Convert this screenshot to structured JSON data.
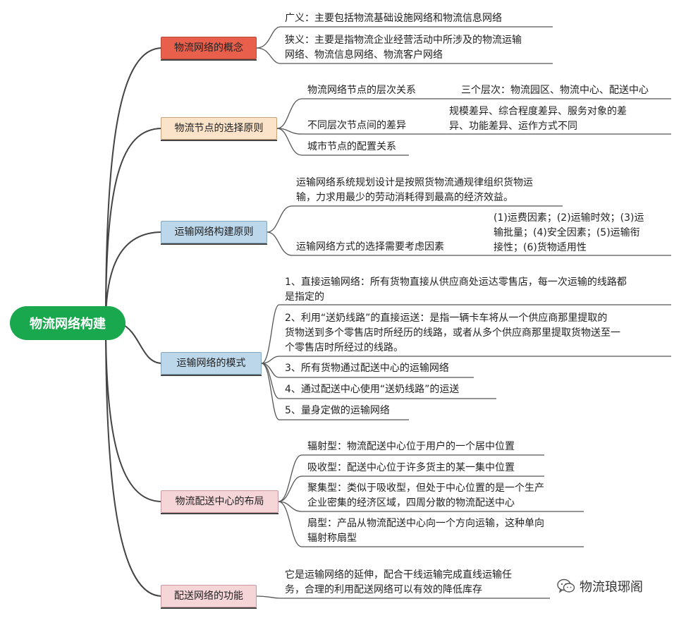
{
  "colors": {
    "root": "#1aa84f",
    "branch_line": "#444444",
    "leaf_line": "#555555",
    "red_box": "#e8604c",
    "peach_box": "#fbe3c9",
    "blue_box": "#bdd7ea",
    "pink_box": "#f6d5d8"
  },
  "root": {
    "label": "物流网络构建"
  },
  "branches": [
    {
      "label": "物流网络的概念",
      "items": [
        "广义：主要包括物流基础设施网络和物流信息网络",
        "狭义：主要是指物流企业经营活动中所涉及的物流运输\n网络、物流信息网络、物流客户网络"
      ]
    },
    {
      "label": "物流节点的选择原则",
      "items": [
        {
          "label": "物流网络节点的层次关系",
          "detail": "三个层次：物流园区、物流中心、配送中心"
        },
        {
          "label": "不同层次节点间的差异",
          "detail": "规模差异、综合程度差异、服务对象的差\n异、功能差异、运作方式不同"
        },
        {
          "label": "城市节点的配置关系"
        }
      ]
    },
    {
      "label": "运输网络构建原则",
      "items": [
        {
          "label": "运输网络系统规划设计是按照货物流通规律组织货物运\n输，力求用最少的劳动消耗得到最高的经济效益。"
        },
        {
          "label": "运输网络方式的选择需要考虑因素",
          "detail": "(1)运费因素；(2)运输时效；(3)运\n输批量；(4)安全因素；(5)运输衔\n接性；(6)货物适用性"
        }
      ]
    },
    {
      "label": "运输网络的模式",
      "items": [
        "1、直接运输网络：所有货物直接从供应商处运达零售店，每一次运输的线路都\n是指定的",
        "2、利用“送奶线路”的直接运送：是指一辆卡车将从一个供应商那里提取的\n货物送到多个零售店时所经历的线路，或者从多个供应商那里提取货物送至一\n个零售店时所经过的线路。",
        "3、所有货物通过配送中心的运输网络",
        "4、通过配送中心使用“送奶线路”的运送",
        "5、量身定做的运输网络"
      ]
    },
    {
      "label": "物流配送中心的布局",
      "items": [
        "辐射型：物流配送中心位于用户的一个居中位置",
        "吸收型：配送中心位于许多货主的某一集中位置",
        "聚集型：类似于吸收型，但处于中心位置的是一个生产\n企业密集的经济区域，四周分散的物流配送中心",
        "扇型：产品从物流配送中心向一个方向运输，这种单向\n辐射称扇型"
      ]
    },
    {
      "label": "配送网络的功能",
      "items": [
        "它是运输网络的延伸，配合干线运输完成直线运输任\n务，合理的利用配送网络可以有效的降低库存"
      ]
    }
  ],
  "watermark": {
    "text": "物流琅琊阁",
    "icon": "wechat-icon"
  }
}
